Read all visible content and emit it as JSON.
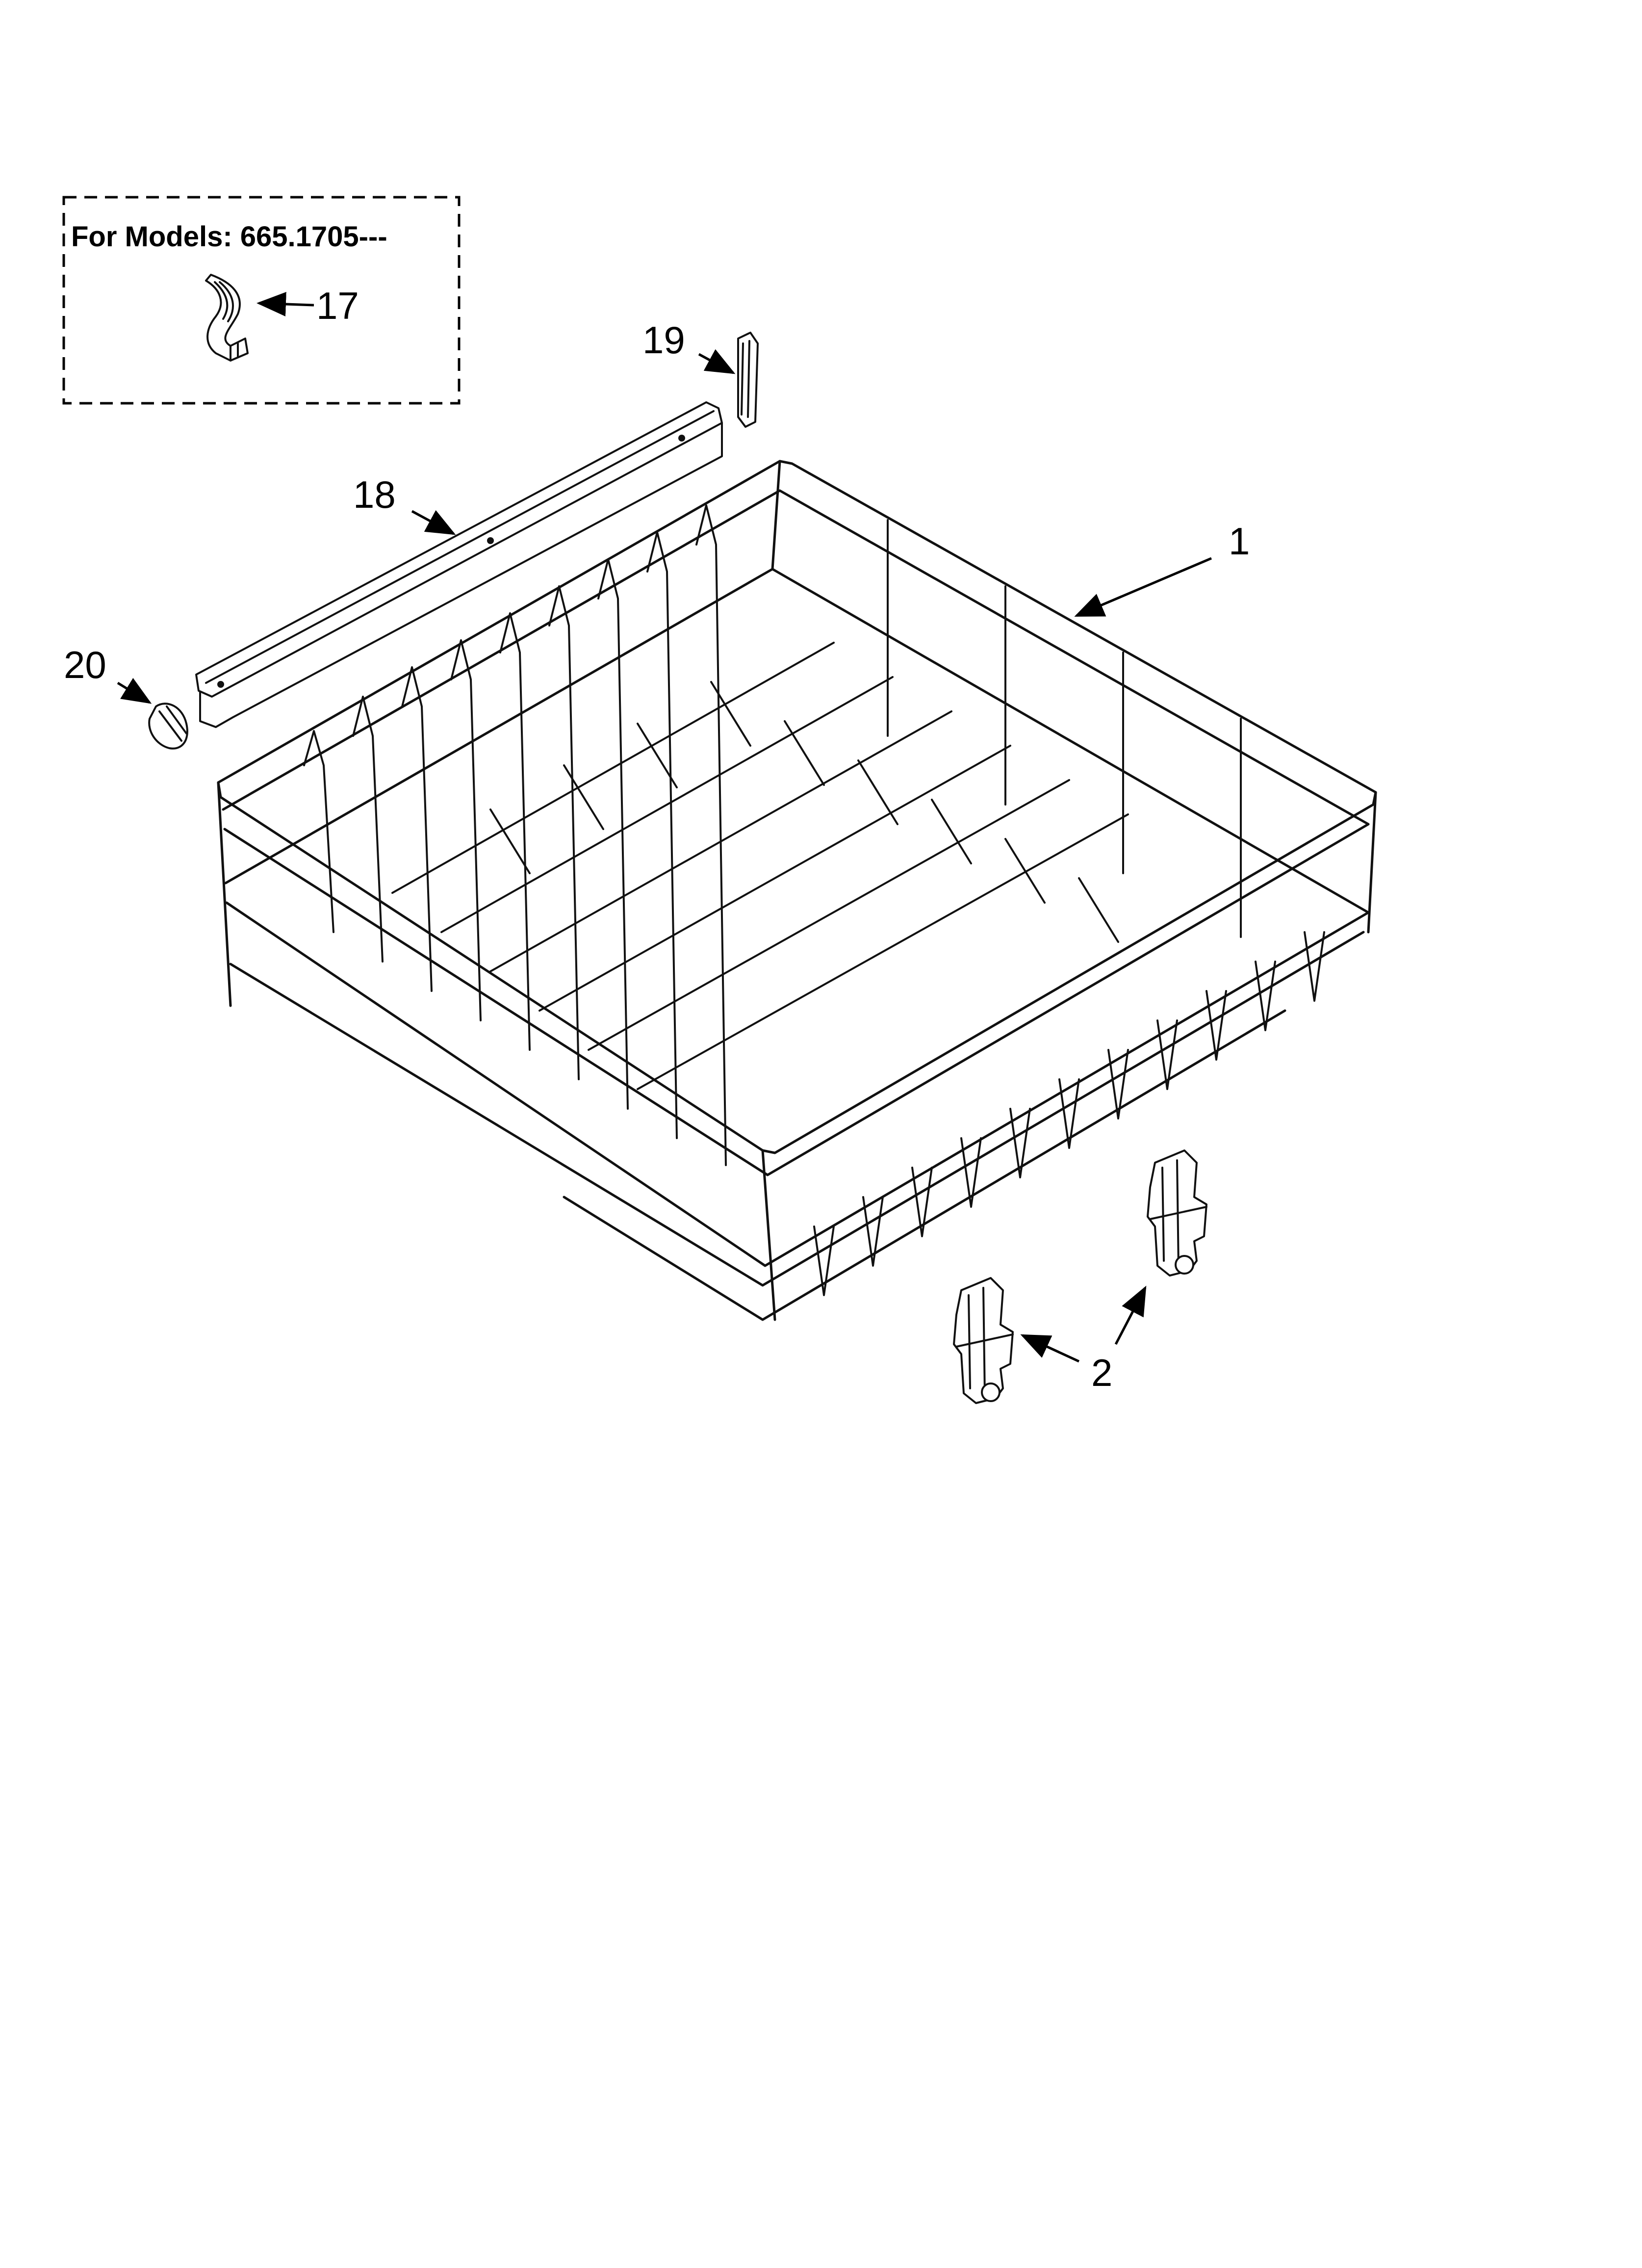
{
  "inset_box": {
    "title": "For Models: 665.1705---",
    "part_callout": "17"
  },
  "callouts": {
    "part_1": "1",
    "part_2": "2",
    "part_18": "18",
    "part_19": "19",
    "part_20": "20"
  },
  "colors": {
    "line": "#111111",
    "background": "#ffffff"
  }
}
